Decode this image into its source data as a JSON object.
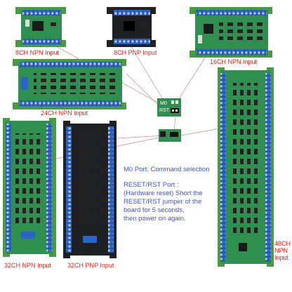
{
  "colors": {
    "label": "#d8261c",
    "description": "#3b57c8",
    "pcb_green": "#2f8f4e",
    "pcb_black": "#1e2124",
    "terminal_blue": "#2c63c9",
    "rail_green": "#4a9a43"
  },
  "boards": [
    {
      "name": "8ch-npn-board",
      "label": "8CH NPN Input"
    },
    {
      "name": "8ch-pnp-board",
      "label": "8CH PNP Input"
    },
    {
      "name": "16ch-npn-board",
      "label": "16CH NPN Input"
    },
    {
      "name": "24ch-npn-board",
      "label": "24CH NPN Input"
    },
    {
      "name": "32ch-npn-board",
      "label": "32CH NPN Input"
    },
    {
      "name": "32ch-pnp-board",
      "label": "32CH PNP Input"
    },
    {
      "name": "48ch-npn-board",
      "label_lines": [
        "48CH",
        "NPN",
        "Input"
      ]
    }
  ],
  "jumper_closeup": {
    "m0": "M0",
    "rst": "RST"
  },
  "description": {
    "m0_line": "M0 Port: Command selection",
    "rst_lines": [
      "RESET/RST Port :",
      "(Hardware reset) Short the",
      "RESET/RST jumper of the",
      "board for 5 seconds,",
      "then power on again."
    ]
  }
}
